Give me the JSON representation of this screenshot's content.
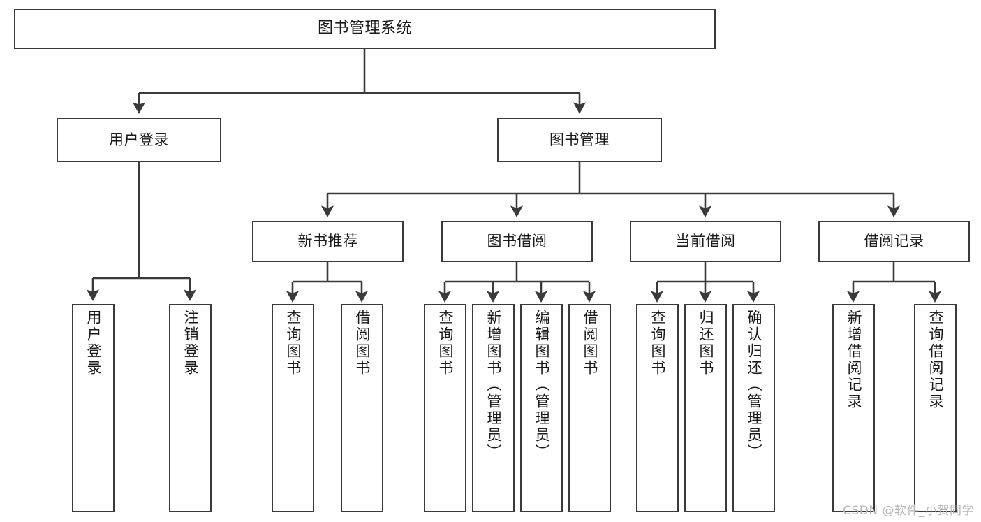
{
  "diagram": {
    "title": "图书管理系统",
    "type": "function-structure-tree",
    "watermark": "CSDN @软件_小贺同学",
    "colors": {
      "stroke": "#3a3a3a",
      "fill": "#ffffff",
      "text": "#1a1a1a",
      "watermark": "#b6b6b6"
    },
    "root": {
      "id": "root",
      "label": "图书管理系统"
    },
    "level2": [
      {
        "id": "login",
        "label": "用户登录"
      },
      {
        "id": "bookmgmt",
        "label": "图书管理"
      }
    ],
    "level3": [
      {
        "id": "newbook",
        "label": "新书推荐"
      },
      {
        "id": "borrow",
        "label": "图书借阅"
      },
      {
        "id": "current",
        "label": "当前借阅"
      },
      {
        "id": "record",
        "label": "借阅记录"
      }
    ],
    "leaves": {
      "login": [
        {
          "id": "leaf-login-1",
          "label": "用户登录"
        },
        {
          "id": "leaf-login-2",
          "label": "注销登录"
        }
      ],
      "newbook": [
        {
          "id": "leaf-newbook-1",
          "label": "查询图书"
        },
        {
          "id": "leaf-newbook-2",
          "label": "借阅图书"
        }
      ],
      "borrow": [
        {
          "id": "leaf-borrow-1",
          "label": "查询图书"
        },
        {
          "id": "leaf-borrow-2",
          "label": "新增图书（管理员）"
        },
        {
          "id": "leaf-borrow-3",
          "label": "编辑图书（管理员）"
        },
        {
          "id": "leaf-borrow-4",
          "label": "借阅图书"
        }
      ],
      "current": [
        {
          "id": "leaf-current-1",
          "label": "查询图书"
        },
        {
          "id": "leaf-current-2",
          "label": "归还图书"
        },
        {
          "id": "leaf-current-3",
          "label": "确认归还（管理员）"
        }
      ],
      "record": [
        {
          "id": "leaf-record-1",
          "label": "新增借阅记录"
        },
        {
          "id": "leaf-record-2",
          "label": "查询借阅记录"
        }
      ]
    }
  }
}
